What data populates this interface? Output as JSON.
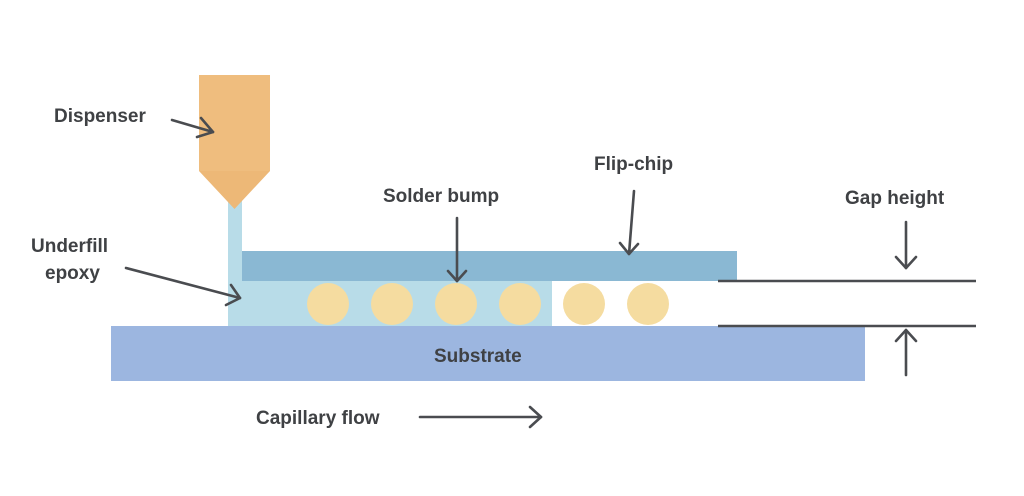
{
  "title": "Flip-chip underfill capillary flow diagram",
  "labels": {
    "dispenser": "Dispenser",
    "underfill_line1": "Underfill",
    "underfill_line2": "epoxy",
    "solder_bump": "Solder bump",
    "flip_chip": "Flip-chip",
    "gap_height": "Gap height",
    "substrate": "Substrate",
    "capillary_flow": "Capillary flow"
  },
  "colors": {
    "dispenser": "#efbd7e",
    "dispenser_tip": "#edb877",
    "underfill": "#b8dce8",
    "flip_chip": "#8ab8d3",
    "substrate": "#9cb6e0",
    "solder_bump": "#f5dca0",
    "text": "#3f4144",
    "arrow": "#4a4c50"
  },
  "solder_bumps": {
    "count": 6,
    "covered_by_underfill": 4
  }
}
